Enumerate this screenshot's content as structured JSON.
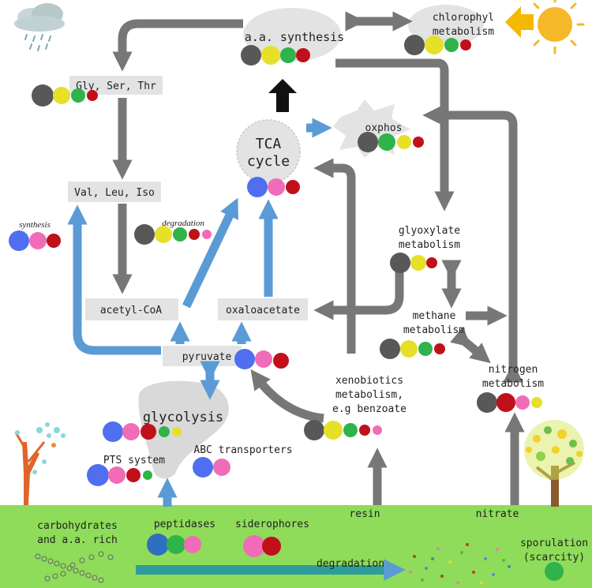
{
  "nodes": {
    "aa_synthesis": "a.a. synthesis",
    "chlorophyl": [
      "chlorophyl",
      "metabolism"
    ],
    "gly_ser_thr": "Gly, Ser, Thr",
    "val_leu_iso": "Val, Leu, Iso",
    "tca": [
      "TCA",
      "cycle"
    ],
    "oxphos": "oxphos",
    "acetyl_coa": "acetyl-CoA",
    "oxaloacetate": "oxaloacetate",
    "pyruvate": "pyruvate",
    "glycolysis": "glycolysis",
    "pts": "PTS system",
    "abc": "ABC transporters",
    "glyoxylate": [
      "glyoxylate",
      "metabolism"
    ],
    "methane": [
      "methane",
      "metabolism"
    ],
    "nitrogen": [
      "nitrogen",
      "metabolism"
    ],
    "xenobiotics": [
      "xenobiotics",
      "metabolism,",
      "e.g benzoate"
    ],
    "synthesis": "synthesis",
    "degradation_label": "degradation"
  },
  "ground": {
    "carbs": [
      "carbohydrates",
      "and a.a. rich"
    ],
    "peptidases": "peptidases",
    "siderophores": "siderophores",
    "resin": "resin",
    "nitrate": "nitrate",
    "sporulation": [
      "sporulation",
      "(scarcity)"
    ],
    "degradation": "degradation"
  },
  "colors": {
    "dark": "#585858",
    "yellow": "#e6e029",
    "green": "#2fb34a",
    "red": "#c0101a",
    "blue": "#4f6ff0",
    "pink": "#f06cb8",
    "navy": "#2f6fbf",
    "gray_arrow": "#777777",
    "blue_arrow": "#5b9bd5",
    "ground": "#8fdc5a",
    "box": "#e3e3e3"
  }
}
